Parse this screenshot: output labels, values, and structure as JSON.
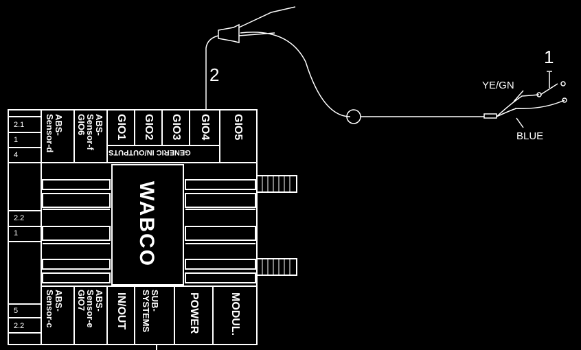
{
  "callouts": {
    "one": "1",
    "two": "2"
  },
  "wire_labels": {
    "yegn": "YE/GN",
    "blue": "BLUE"
  },
  "logo": "WABCO",
  "pins_left": [
    "2.1",
    "1",
    "4",
    "2.2",
    "1",
    "5",
    "2.2"
  ],
  "top_headers": {
    "abs_d": "ABS-\nSensor-d",
    "abs_f": "ABS-\nSensor-f\nGIO6",
    "gio1": "GIO1",
    "gio2": "GIO2",
    "gio3": "GIO3",
    "gio4": "GIO4",
    "gio5": "GIO5",
    "generic": "GENERIC  IN/OUTPUTS"
  },
  "bottom_headers": {
    "abs_c": "ABS-\nSensor-c",
    "abs_e": "ABS-\nSensor-e\nGIO7",
    "inout": "IN/OUT",
    "sub": "SUB-\nSYSTEMS",
    "power": "POWER",
    "modul": "MODUL."
  }
}
